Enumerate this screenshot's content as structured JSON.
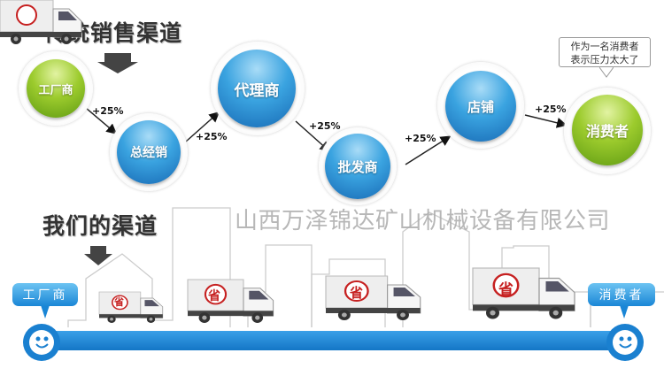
{
  "traditional": {
    "title": "传统销售渠道",
    "nodes": [
      {
        "label": "工厂商",
        "color": "green"
      },
      {
        "label": "总经销",
        "color": "blue"
      },
      {
        "label": "代理商",
        "color": "blue"
      },
      {
        "label": "批发商",
        "color": "blue"
      },
      {
        "label": "店铺",
        "color": "blue"
      },
      {
        "label": "消费者",
        "color": "green"
      }
    ],
    "markups": [
      "+25%",
      "+25%",
      "+25%",
      "+25%",
      "+25%"
    ],
    "bubble": {
      "line1": "作为一名消费者",
      "line2": "表示压力太大了"
    }
  },
  "watermark": "山西万泽锦达矿山机械设备有限公司",
  "ours": {
    "title": "我们的渠道",
    "start_label": "工厂商",
    "end_label": "消费者",
    "truck_badge": "省"
  },
  "colors": {
    "blue": "#1a80d0",
    "green": "#8cc220",
    "title": "#333333"
  }
}
